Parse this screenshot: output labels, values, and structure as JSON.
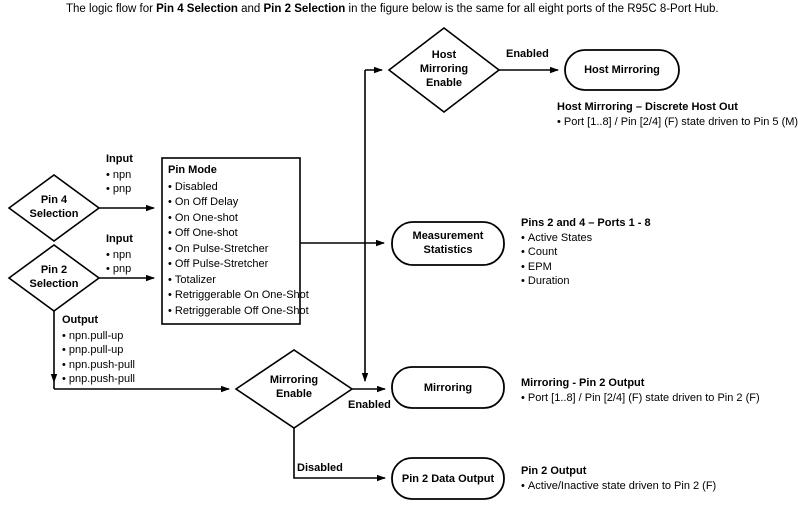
{
  "caption": {
    "prefix": "The logic flow for ",
    "bold1": "Pin 4 Selection",
    "mid": " and ",
    "bold2": "Pin 2 Selection",
    "suffix": " in the figure below is the same for all eight ports of the R95C 8-Port Hub."
  },
  "nodes": {
    "pin4_selection": {
      "line1": "Pin 4",
      "line2": "Selection",
      "shape": "diamond"
    },
    "pin2_selection": {
      "line1": "Pin 2",
      "line2": "Selection",
      "shape": "diamond"
    },
    "host_mirroring_enable": {
      "line1": "Host",
      "line2": "Mirroring",
      "line3": "Enable",
      "shape": "diamond"
    },
    "mirroring_enable": {
      "line1": "Mirroring",
      "line2": "Enable",
      "shape": "diamond"
    },
    "host_mirroring": {
      "label": "Host Mirroring",
      "shape": "rounded"
    },
    "measurement_statistics": {
      "line1": "Measurement",
      "line2": "Statistics",
      "shape": "rounded"
    },
    "mirroring": {
      "label": "Mirroring",
      "shape": "rounded"
    },
    "pin2_data_output": {
      "label": "Pin 2 Data Output",
      "shape": "rounded"
    }
  },
  "pin_mode_box": {
    "title": "Pin Mode",
    "items": [
      "Disabled",
      "On Off Delay",
      "On One-shot",
      "Off One-shot",
      "On Pulse-Stretcher",
      "Off Pulse-Stretcher",
      "Totalizer",
      "Retriggerable On One-Shot",
      "Retriggerable Off One-Shot"
    ]
  },
  "notes": {
    "input_pin4": {
      "title": "Input",
      "items": [
        "npn",
        "pnp"
      ]
    },
    "input_pin2": {
      "title": "Input",
      "items": [
        "npn",
        "pnp"
      ]
    },
    "output_pin2": {
      "title": "Output",
      "items": [
        "npn.pull-up",
        "pnp.pull-up",
        "npn.push-pull",
        "pnp.push-pull"
      ]
    }
  },
  "edge_labels": {
    "host_mirroring_enabled": "Enabled",
    "mirroring_enabled": "Enabled",
    "mirroring_disabled": "Disabled"
  },
  "annotations": {
    "host_mirroring": {
      "title": "Host Mirroring – Discrete Host Out",
      "items": [
        "Port [1..8] / Pin [2/4] (F) state driven to Pin 5 (M)"
      ]
    },
    "measurement_statistics": {
      "title": "Pins 2 and 4 – Ports 1 - 8",
      "items": [
        "Active States",
        "Count",
        "EPM",
        "Duration"
      ]
    },
    "mirroring": {
      "title": "Mirroring - Pin 2 Output",
      "items": [
        "Port [1..8] / Pin [2/4] (F) state driven to Pin 2 (F)"
      ]
    },
    "pin2_output": {
      "title": "Pin 2 Output",
      "items": [
        "Active/Inactive state driven to Pin 2 (F)"
      ]
    }
  },
  "colors": {
    "stroke": "#000000",
    "background": "#ffffff",
    "text": "#000000"
  }
}
